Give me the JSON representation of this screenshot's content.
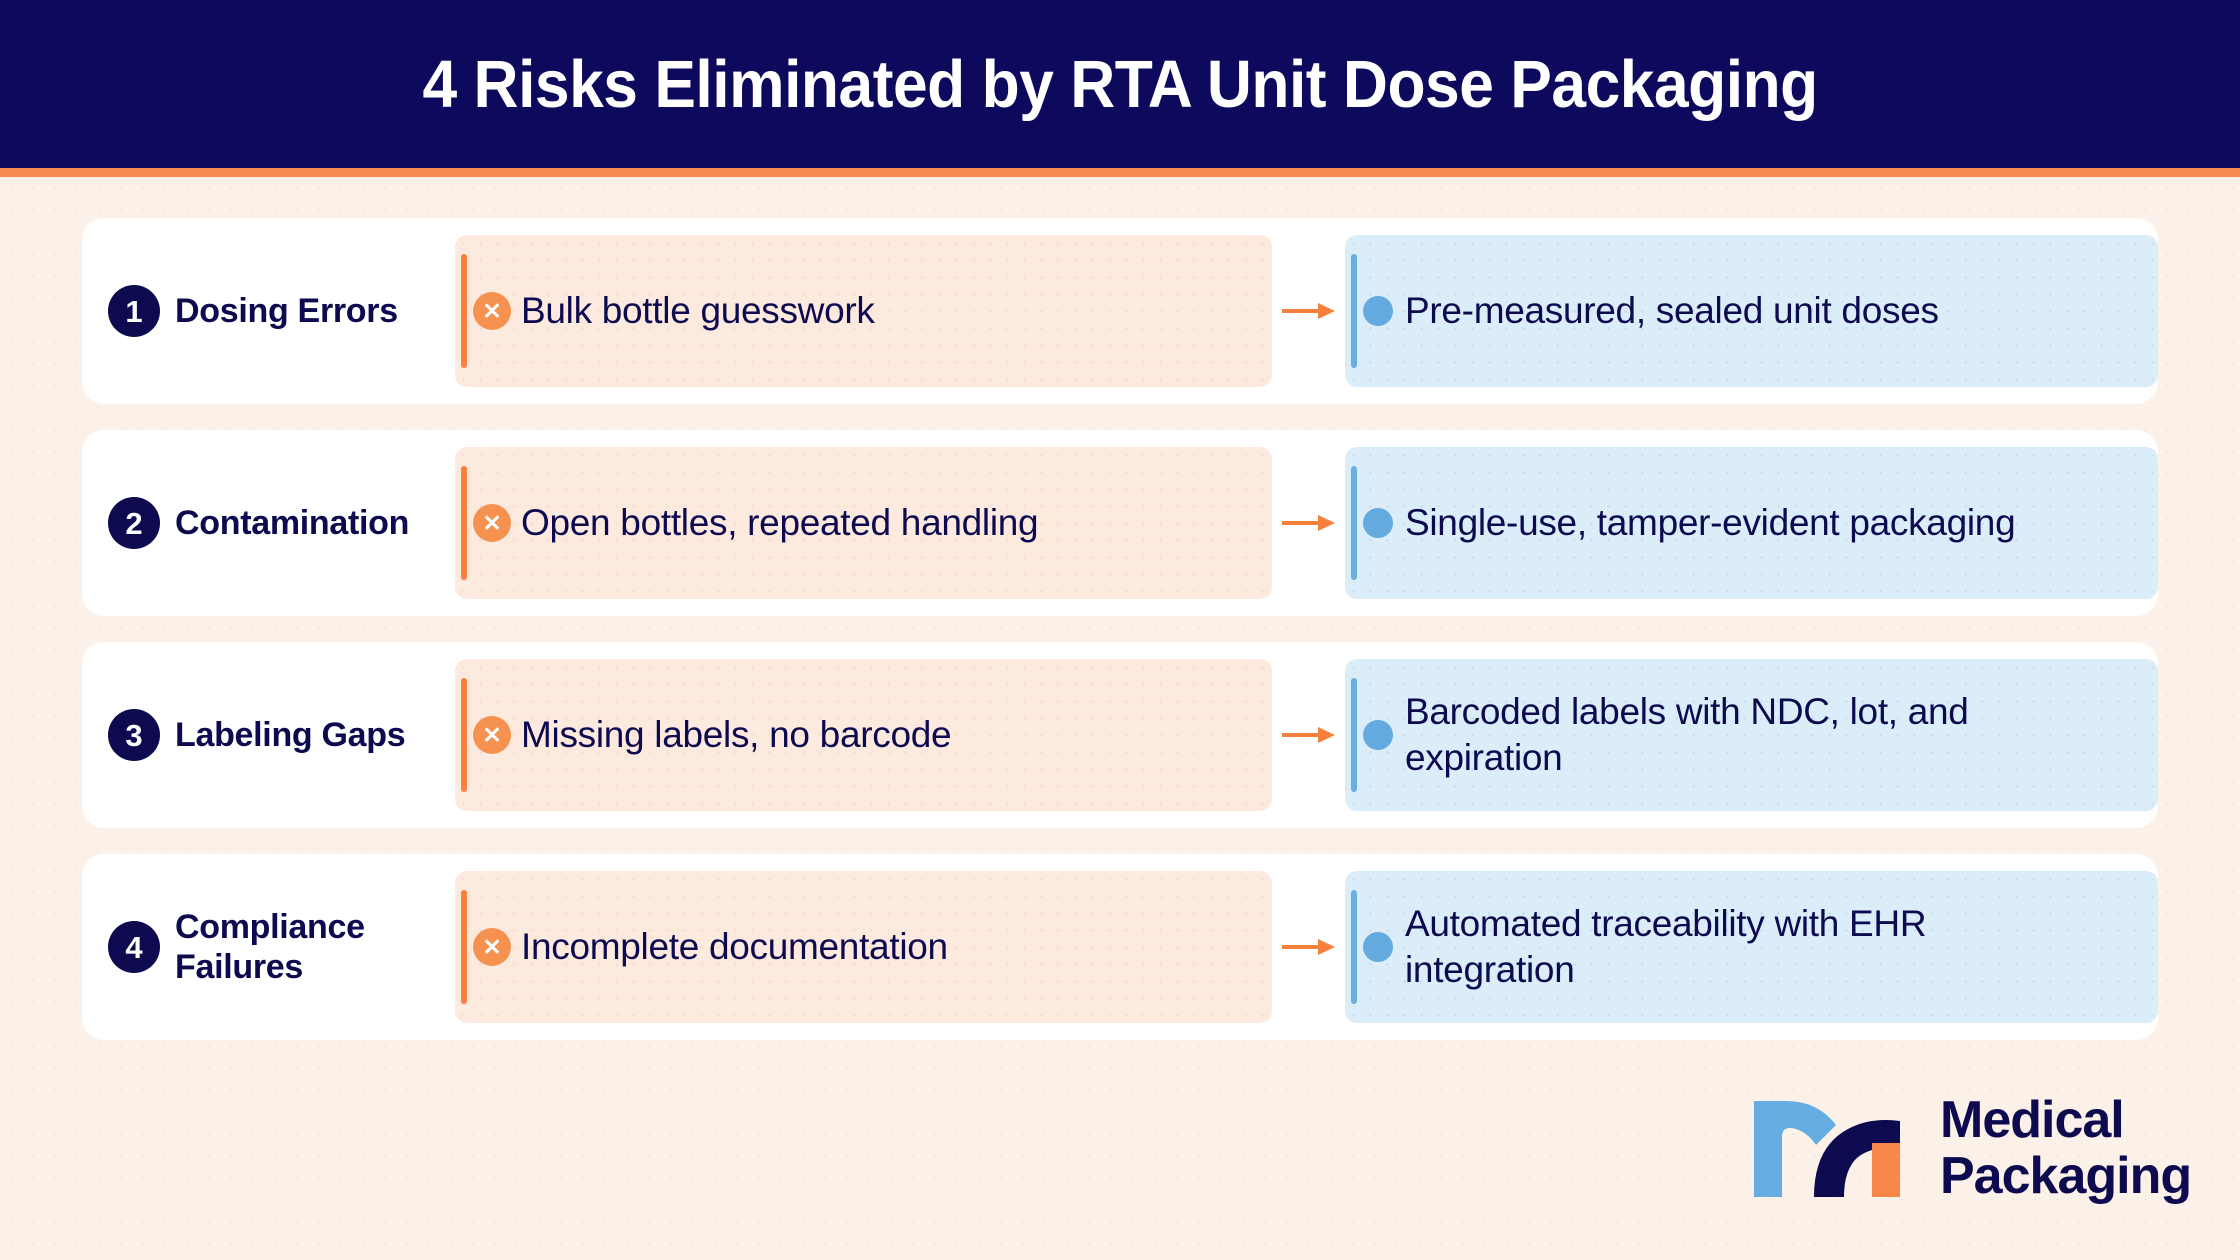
{
  "header": {
    "title": "4 Risks Eliminated by RTA Unit Dose Packaging",
    "accent_navy": "#0D0A5E",
    "accent_orange": "#F68B4F"
  },
  "colors": {
    "page_background": "#FCF1E8",
    "card_background": "#FFFFFF",
    "risk_panel": "#FDEADF",
    "risk_accent": "#F6803C",
    "solution_panel": "#DCEDFA",
    "solution_accent": "#6BAEE2",
    "navy_text": "#0D0A4F",
    "orange_icon": "#F6924F",
    "blue_bullet": "#63AADF"
  },
  "rows": [
    {
      "number": "1",
      "title": "Dosing Errors",
      "risk_icon": "x-circle-icon",
      "risk": "Bulk bottle guesswork",
      "arrow_icon": "arrow-right-icon",
      "solution_icon": "bullet-dot-icon",
      "solution": "Pre-measured, sealed unit doses"
    },
    {
      "number": "2",
      "title": "Contamination",
      "risk_icon": "x-circle-icon",
      "risk": "Open bottles, repeated handling",
      "arrow_icon": "arrow-right-icon",
      "solution_icon": "bullet-dot-icon",
      "solution": "Single-use, tamper-evident packaging"
    },
    {
      "number": "3",
      "title": "Labeling Gaps",
      "risk_icon": "x-circle-icon",
      "risk": "Missing labels, no barcode",
      "arrow_icon": "arrow-right-icon",
      "solution_icon": "bullet-dot-icon",
      "solution": "Barcoded labels with NDC, lot, and expiration"
    },
    {
      "number": "4",
      "title": "Compliance Failures",
      "risk_icon": "x-circle-icon",
      "risk": "Incomplete documentation",
      "arrow_icon": "arrow-right-icon",
      "solution_icon": "bullet-dot-icon",
      "solution": "Automated traceability with EHR integration"
    }
  ],
  "logo": {
    "mark": "medical-packaging-m-logo",
    "line1": "Medical",
    "line2": "Packaging"
  },
  "icon_glyphs": {
    "x": "✕"
  }
}
